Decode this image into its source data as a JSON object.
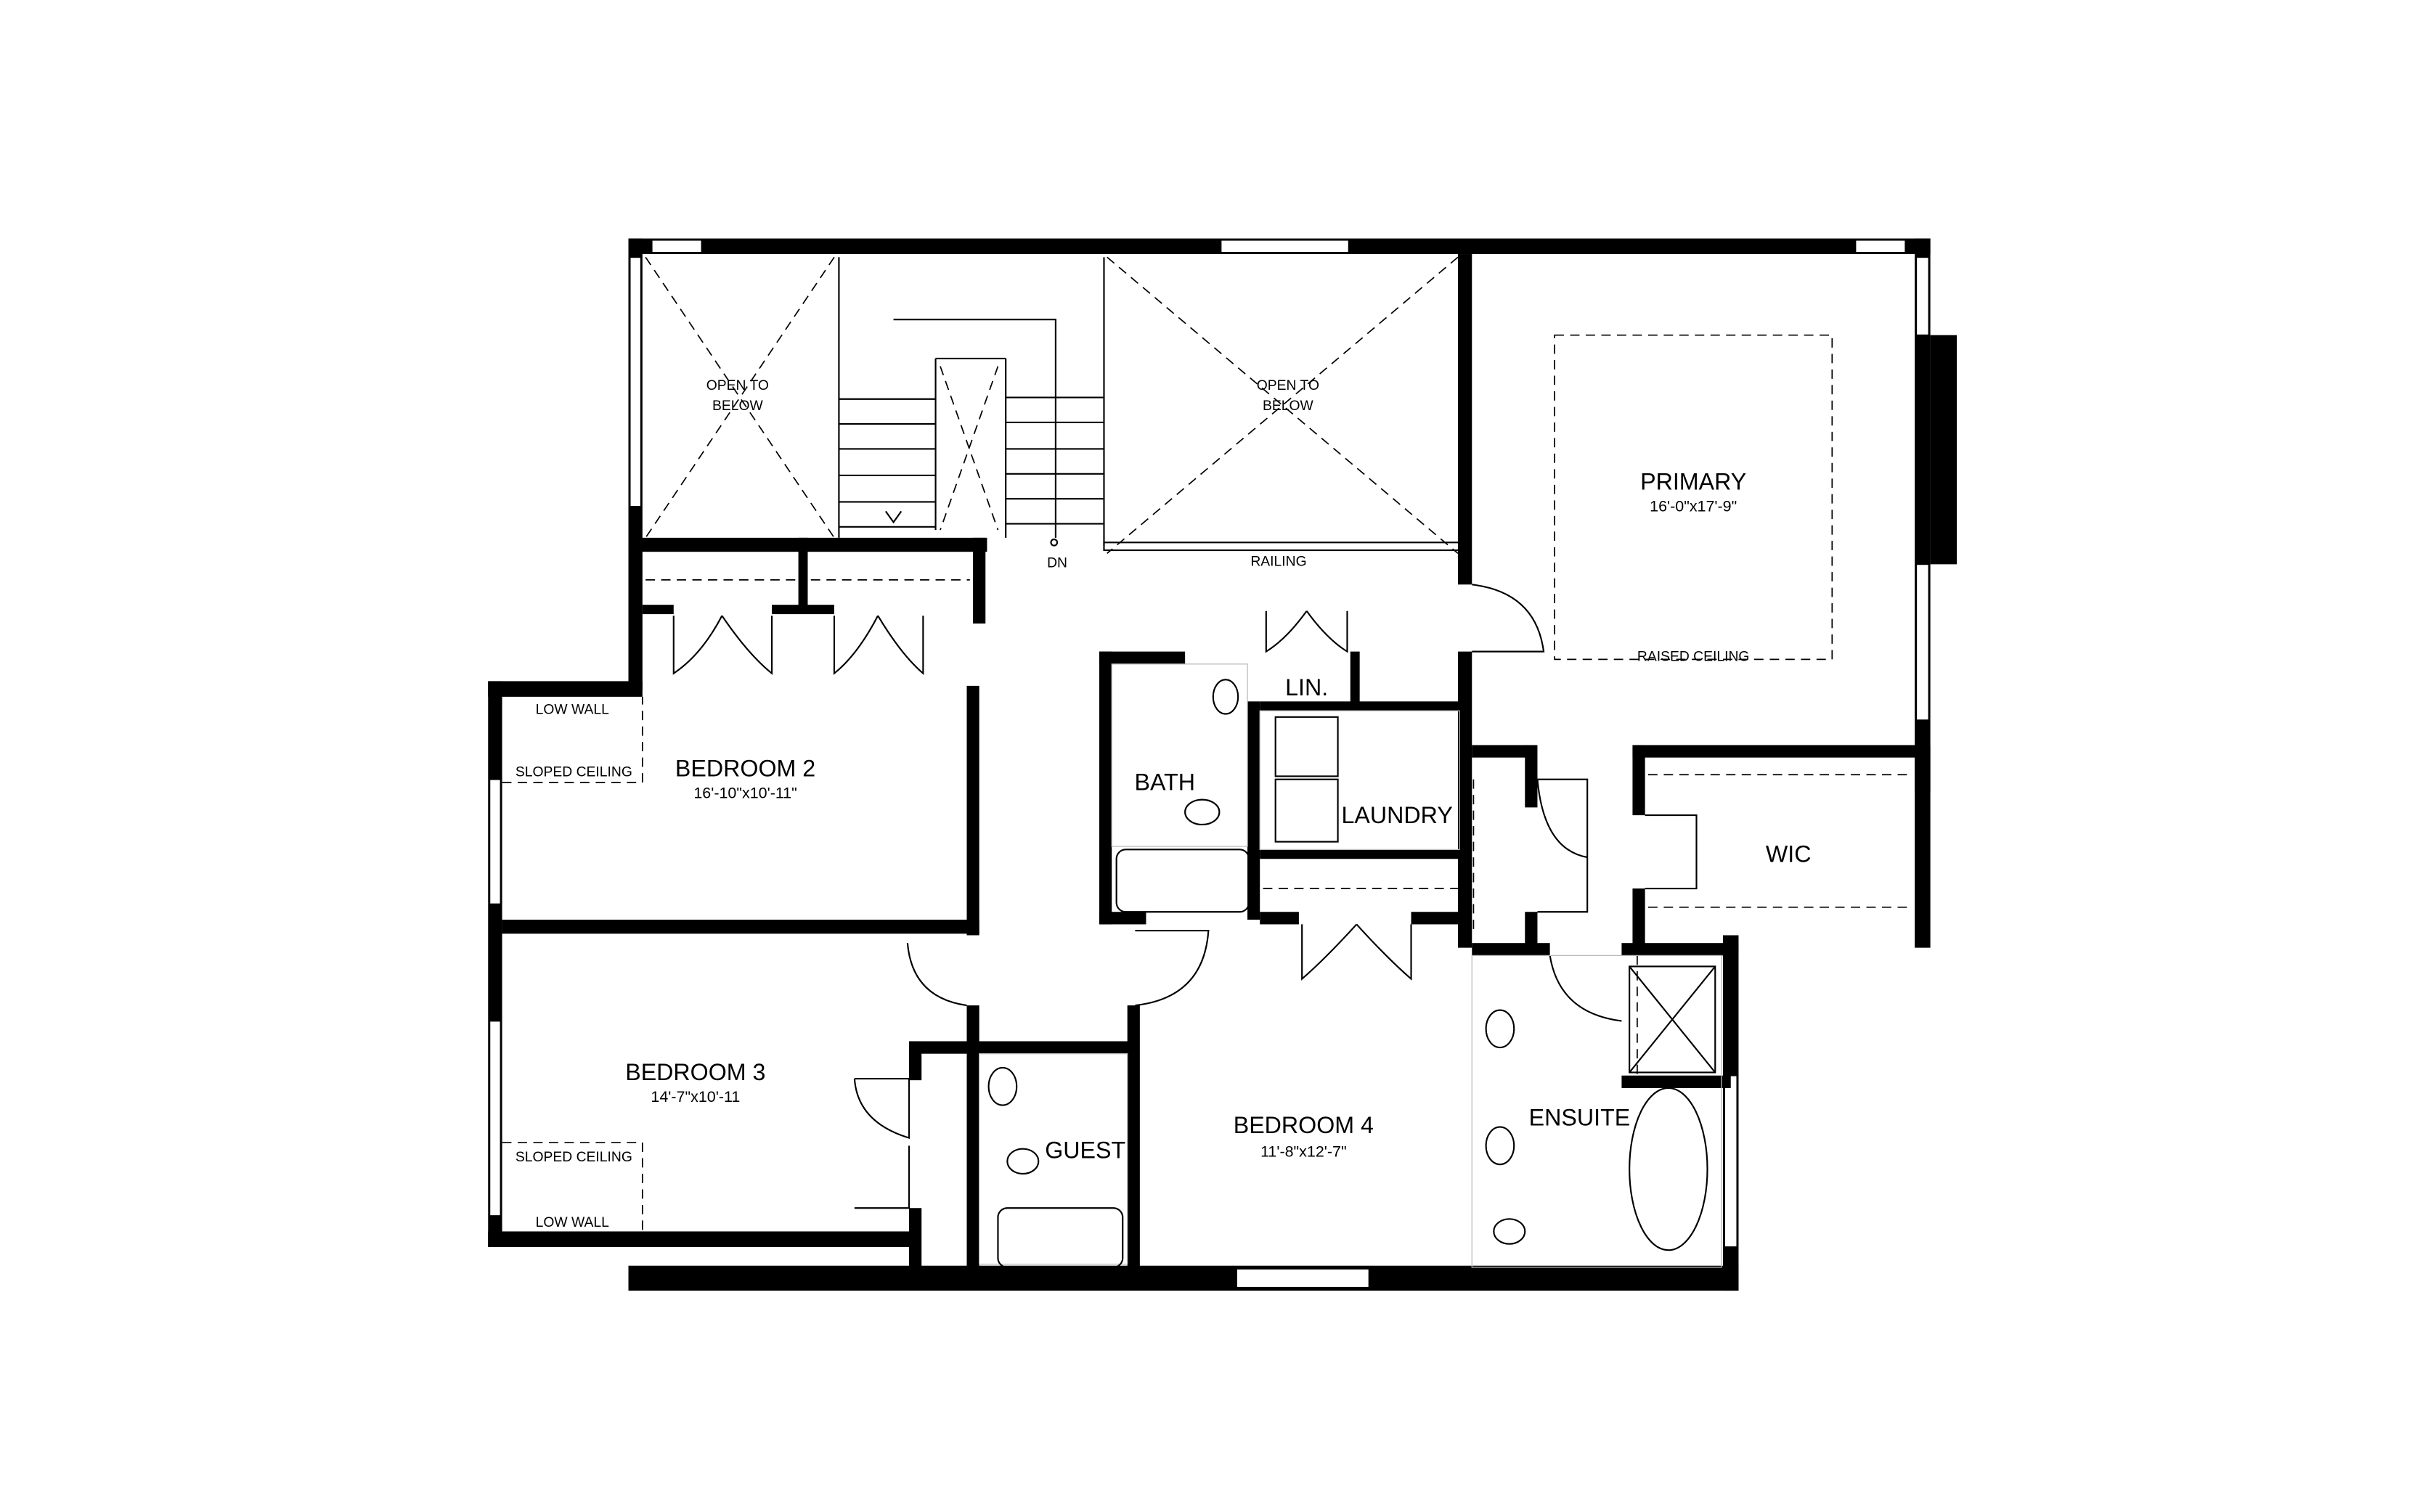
{
  "rooms": {
    "open1": {
      "line1": "OPEN TO",
      "line2": "BELOW"
    },
    "open2": {
      "line1": "OPEN TO",
      "line2": "BELOW"
    },
    "primary": {
      "name": "PRIMARY",
      "dims": "16'-0\"x17'-9\"",
      "note": "RAISED CEILING"
    },
    "bedroom2": {
      "name": "BEDROOM 2",
      "dims": "16'-10\"x10'-11\"",
      "low_wall": "LOW WALL",
      "sloped": "SLOPED CEILING"
    },
    "bedroom3": {
      "name": "BEDROOM 3",
      "dims": "14'-7\"x10'-11",
      "low_wall": "LOW WALL",
      "sloped": "SLOPED CEILING"
    },
    "bedroom4": {
      "name": "BEDROOM 4",
      "dims": "11'-8\"x12'-7\""
    },
    "bath": {
      "name": "BATH"
    },
    "laundry": {
      "name": "LAUNDRY"
    },
    "linen": {
      "name": "LIN."
    },
    "wic": {
      "name": "WIC"
    },
    "guest": {
      "name": "GUEST"
    },
    "ensuite": {
      "name": "ENSUITE"
    }
  },
  "annotations": {
    "stairs_down": "DN",
    "railing": "RAILING"
  }
}
